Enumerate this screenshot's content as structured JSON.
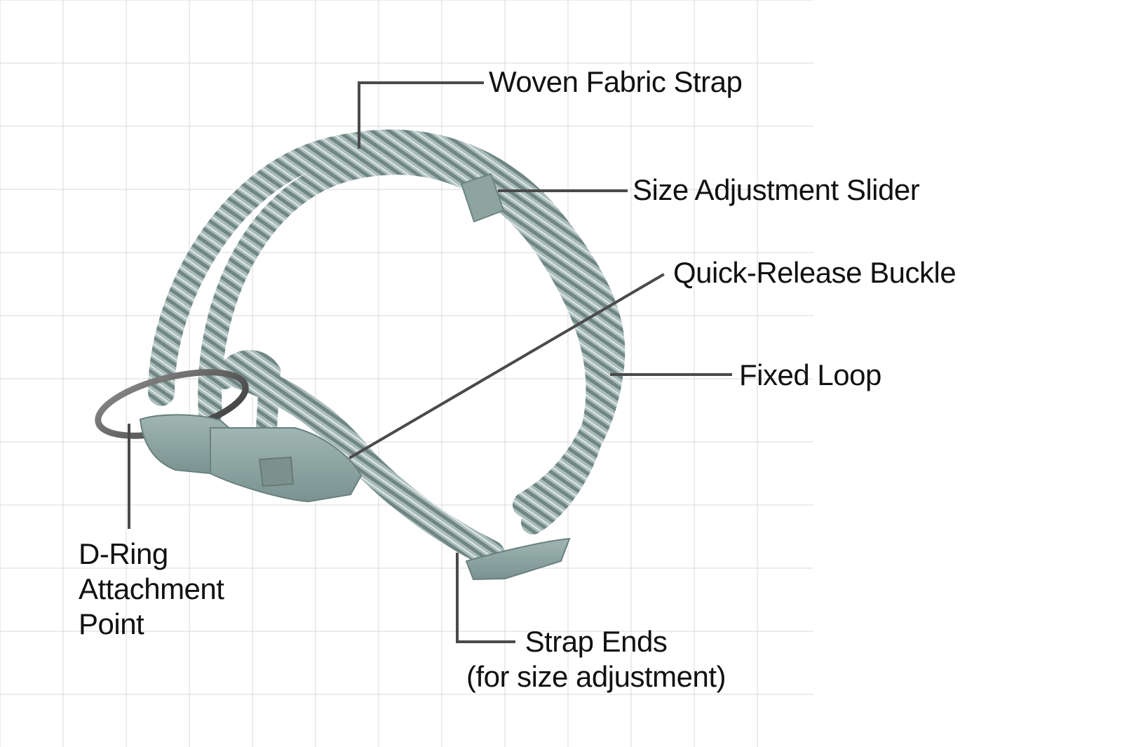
{
  "colors": {
    "background": "#ffffff",
    "grid": "#d9d9d9",
    "leader_line": "#4a4a4a",
    "strap": "#9fb3b1",
    "strap_dark": "#6f8684",
    "strap_light": "#dde6e5",
    "buckle": "#879f9c",
    "d_ring": "#5b5b5b",
    "label_text": "#111111"
  },
  "labels": {
    "woven_fabric_strap": "Woven Fabric Strap",
    "size_adjustment_slider": "Size Adjustment Slider",
    "quick_release_buckle": "Quick-Release Buckle",
    "fixed_loop": "Fixed Loop",
    "d_ring": [
      "D-Ring",
      "Attachment",
      "Point"
    ],
    "strap_ends": [
      "Strap Ends",
      "(for size adjustment)"
    ]
  }
}
